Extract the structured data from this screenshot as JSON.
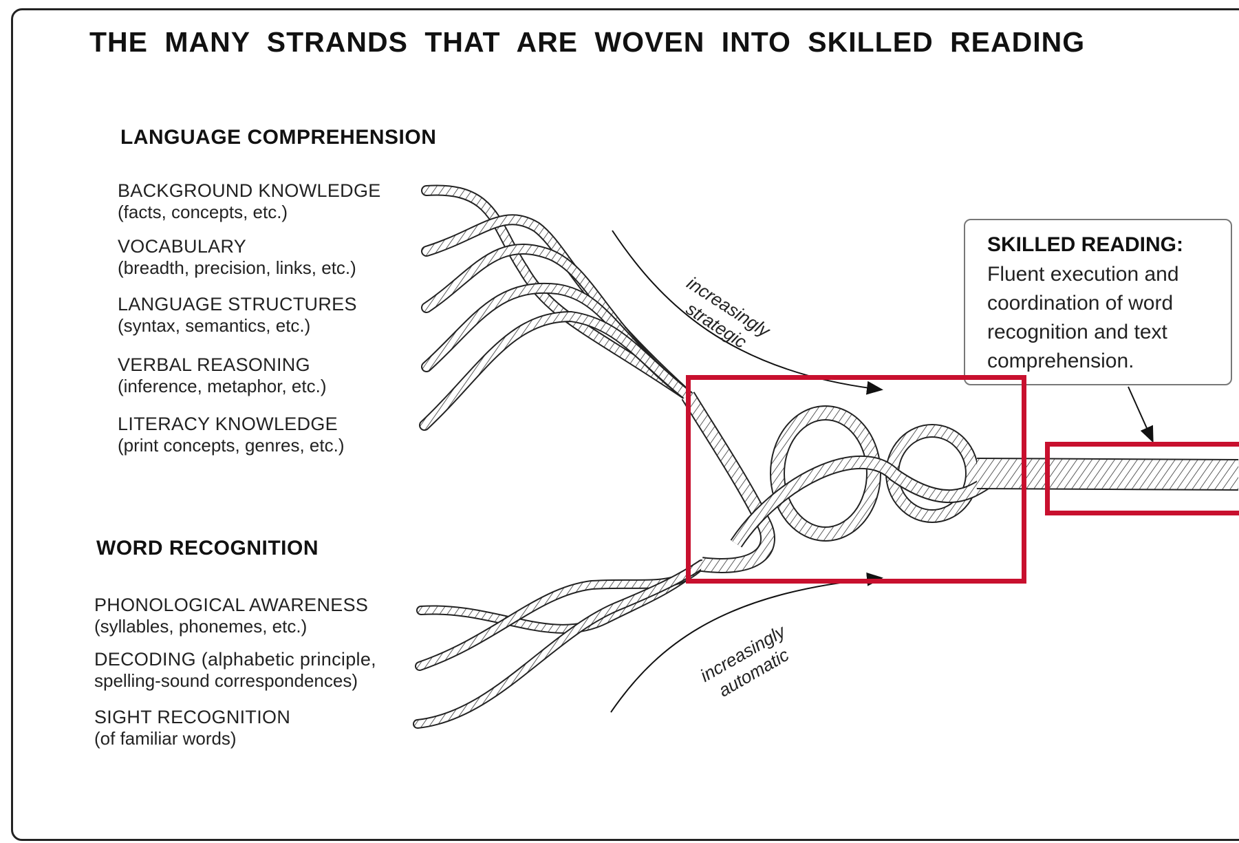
{
  "title": "THE MANY STRANDS THAT ARE WOVEN INTO SKILLED READING",
  "language_comprehension": {
    "heading": "LANGUAGE COMPREHENSION",
    "strands": [
      {
        "label": "BACKGROUND KNOWLEDGE",
        "detail": "(facts, concepts, etc.)"
      },
      {
        "label": "VOCABULARY",
        "detail": "(breadth, precision, links, etc.)"
      },
      {
        "label": "LANGUAGE STRUCTURES",
        "detail": "(syntax, semantics, etc.)"
      },
      {
        "label": "VERBAL REASONING",
        "detail": "(inference, metaphor, etc.)"
      },
      {
        "label": "LITERACY KNOWLEDGE",
        "detail": "(print concepts, genres, etc.)"
      }
    ]
  },
  "word_recognition": {
    "heading": "WORD RECOGNITION",
    "strands": [
      {
        "label": "PHONOLOGICAL AWARENESS",
        "detail": "(syllables, phonemes, etc.)"
      },
      {
        "label": "DECODING (alphabetic principle,",
        "detail": "spelling-sound correspondences)"
      },
      {
        "label": "SIGHT RECOGNITION",
        "detail": "(of familiar words)"
      }
    ]
  },
  "arrows": {
    "upper": {
      "line1": "increasingly",
      "line2": "strategic"
    },
    "lower": {
      "line1": "increasingly",
      "line2": "automatic"
    }
  },
  "callout": {
    "title": "SKILLED READING:",
    "body": "Fluent execution and coordination of word recognition and text comprehension."
  },
  "colors": {
    "highlight": "#c8102e",
    "ink": "#1a1a1a",
    "callout_border": "#777777"
  }
}
